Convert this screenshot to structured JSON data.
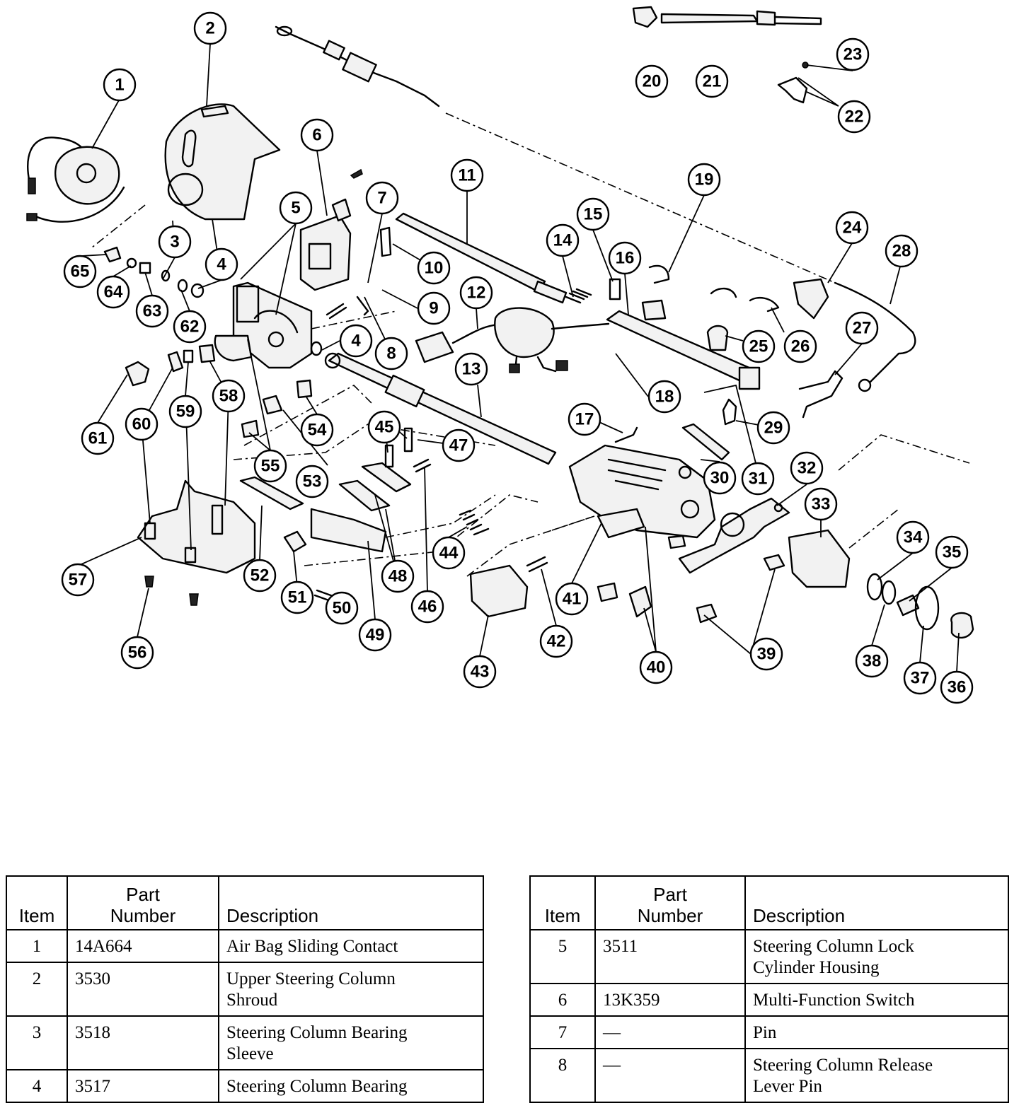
{
  "diagram": {
    "callouts": [
      "1",
      "2",
      "3",
      "4",
      "5",
      "6",
      "7",
      "8",
      "9",
      "10",
      "11",
      "12",
      "13",
      "14",
      "15",
      "16",
      "17",
      "18",
      "19",
      "20",
      "21",
      "22",
      "23",
      "24",
      "25",
      "26",
      "27",
      "28",
      "29",
      "30",
      "31",
      "32",
      "33",
      "34",
      "35",
      "36",
      "37",
      "38",
      "39",
      "40",
      "41",
      "42",
      "43",
      "44",
      "45",
      "46",
      "47",
      "48",
      "49",
      "50",
      "51",
      "52",
      "53",
      "54",
      "55",
      "56",
      "57",
      "58",
      "59",
      "60",
      "61",
      "62",
      "63",
      "64",
      "65"
    ],
    "callout_4_second": "4"
  },
  "tables": {
    "headers": {
      "item": "Item",
      "part_number_line1": "Part",
      "part_number_line2": "Number",
      "description": "Description"
    },
    "left": [
      {
        "item": "1",
        "part_number": "14A664",
        "description_lines": [
          "Air Bag Sliding Contact"
        ]
      },
      {
        "item": "2",
        "part_number": "3530",
        "description_lines": [
          "Upper Steering Column",
          "Shroud"
        ]
      },
      {
        "item": "3",
        "part_number": "3518",
        "description_lines": [
          "Steering Column Bearing",
          "Sleeve"
        ]
      },
      {
        "item": "4",
        "part_number": "3517",
        "description_lines": [
          "Steering Column Bearing"
        ]
      }
    ],
    "right": [
      {
        "item": "5",
        "part_number": "3511",
        "description_lines": [
          "Steering Column Lock",
          "Cylinder Housing"
        ]
      },
      {
        "item": "6",
        "part_number": "13K359",
        "description_lines": [
          "Multi-Function Switch"
        ]
      },
      {
        "item": "7",
        "part_number": "—",
        "description_lines": [
          "Pin"
        ]
      },
      {
        "item": "8",
        "part_number": "—",
        "description_lines": [
          "Steering Column Release",
          "Lever Pin"
        ]
      }
    ]
  }
}
